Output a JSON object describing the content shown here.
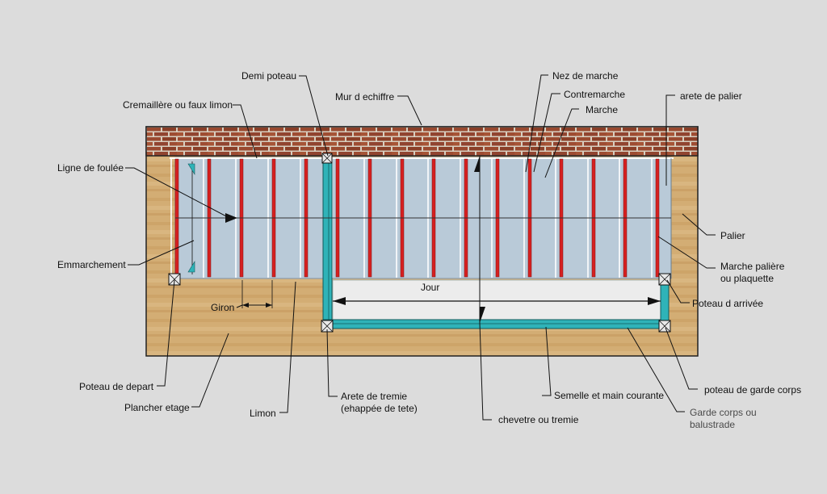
{
  "labels": {
    "demi_poteau": "Demi poteau",
    "mur_echiffre": "Mur d echiffre",
    "nez_de_marche": "Nez de marche",
    "contremarche": "Contremarche",
    "marche": "Marche",
    "arete_de_palier": "arete de palier",
    "cremaillere": "Cremaillère ou faux limon",
    "ligne_de_foulee": "Ligne de foulée",
    "emmarchement": "Emmarchement",
    "palier": "Palier",
    "marche_paliere_1": "Marche palière",
    "marche_paliere_2": "ou plaquette",
    "jour": "Jour",
    "poteau_arrivee": "Poteau d arrivée",
    "giron": "Giron",
    "poteau_de_depart": "Poteau de depart",
    "plancher_etage": "Plancher etage",
    "limon": "Limon",
    "arete_tremie_1": "Arete de tremie",
    "arete_tremie_2": "(ehappée de tete)",
    "semelle_main_courante": "Semelle et main courante",
    "poteau_garde_corps": "poteau de garde corps",
    "garde_corps_1": "Garde corps ou",
    "garde_corps_2": "balustrade",
    "chevetre": "chevetre ou tremie"
  },
  "colors": {
    "background": "#dcdcdc",
    "brick": "#9a4a30",
    "mortar": "#d8cfc0",
    "wood": "#d3ad74",
    "steps": "#b9cad8",
    "riser": "#d62020",
    "railing": "#2fb3b8"
  }
}
